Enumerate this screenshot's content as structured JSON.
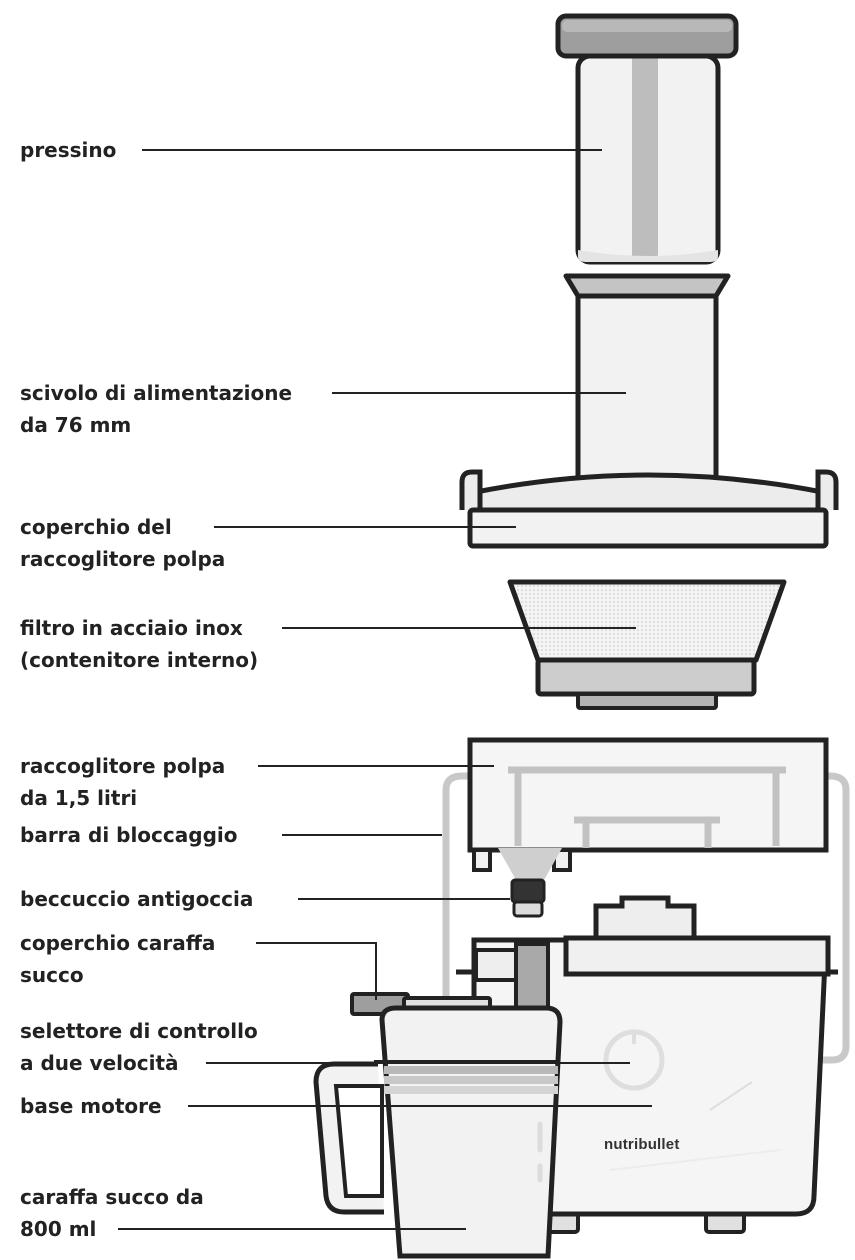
{
  "colors": {
    "outline": "#222222",
    "fill_light": "#f2f2f2",
    "fill_mid": "#d2d2d2",
    "fill_dark": "#a8a8a8",
    "bar": "#c8c8c8",
    "label": "#222222"
  },
  "labels": {
    "pressino": "pressino",
    "scivolo_1": "scivolo di alimentazione",
    "scivolo_2": "da 76 mm",
    "coperchio_polpa_1": "coperchio del",
    "coperchio_polpa_2": "raccoglitore polpa",
    "filtro_1": "filtro in acciaio inox",
    "filtro_2": "(contenitore interno)",
    "raccoglitore_1": "raccoglitore polpa",
    "raccoglitore_2": "da 1,5 litri",
    "barra": "barra di bloccaggio",
    "beccuccio": "beccuccio antigoccia",
    "coperchio_caraffa_1": "coperchio caraffa",
    "coperchio_caraffa_2": "succo",
    "selettore_1": "selettore di controllo",
    "selettore_2": "a due velocità",
    "base": "base motore",
    "caraffa_1": "caraffa succo da",
    "caraffa_2": "800 ml"
  },
  "brand": "nutribullet"
}
